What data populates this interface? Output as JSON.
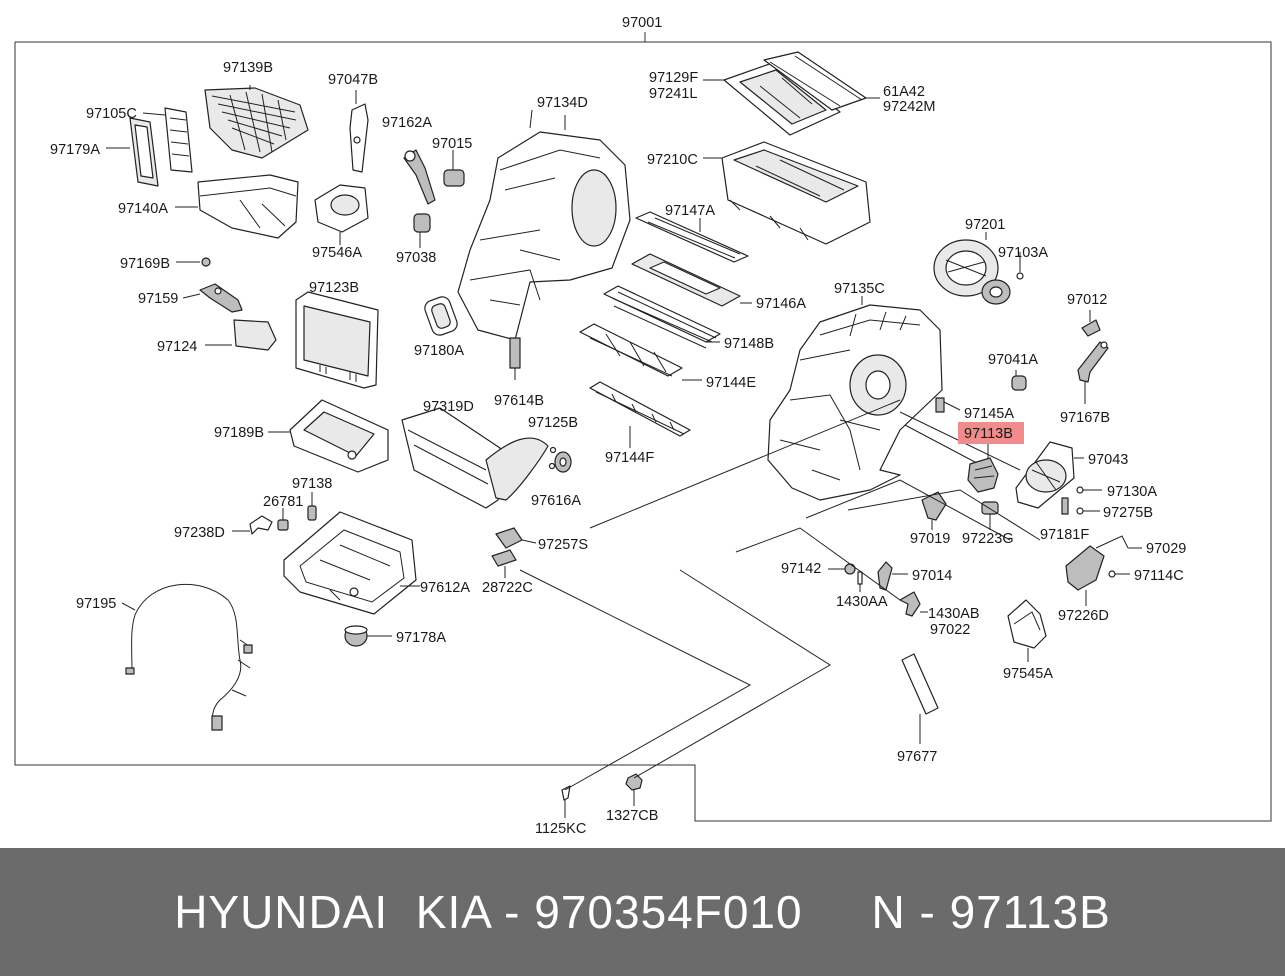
{
  "diagram": {
    "top_label": "97001",
    "highlighted": "97113B",
    "labels": {
      "l97139B": "97139B",
      "l97047B": "97047B",
      "l97105C": "97105C",
      "l97179A": "97179A",
      "l97162A": "97162A",
      "l97015": "97015",
      "l97134D": "97134D",
      "l97140A": "97140A",
      "l97546A": "97546A",
      "l97038": "97038",
      "l97169B": "97169B",
      "l97159": "97159",
      "l97124": "97124",
      "l97123B": "97123B",
      "l97180A": "97180A",
      "l97614B": "97614B",
      "l97129F": "97129F",
      "l97241L": "97241L",
      "l61A42": "61A42",
      "l97242M": "97242M",
      "l97210C": "97210C",
      "l97147A": "97147A",
      "l97146A": "97146A",
      "l97148B": "97148B",
      "l97144E": "97144E",
      "l97144F": "97144F",
      "l97201": "97201",
      "l97103A": "97103A",
      "l97135C": "97135C",
      "l97012": "97012",
      "l97041A": "97041A",
      "l97167B": "97167B",
      "l97145A": "97145A",
      "l97113B": "97113B",
      "l97043": "97043",
      "l97130A": "97130A",
      "l97181F": "97181F",
      "l97275B": "97275B",
      "l97189B": "97189B",
      "l97319D": "97319D",
      "l97125B": "97125B",
      "l97616A": "97616A",
      "l97138": "97138",
      "l26781": "26781",
      "l97238D": "97238D",
      "l97257S": "97257S",
      "l28722C": "28722C",
      "l97612A": "97612A",
      "l97019": "97019",
      "l97223G": "97223G",
      "l97029": "97029",
      "l97114C": "97114C",
      "l97226D": "97226D",
      "l97142": "97142",
      "l97014": "97014",
      "l1430AA": "1430AA",
      "l1430AB": "1430AB",
      "l97022": "97022",
      "l97545A": "97545A",
      "l97195": "97195",
      "l97178A": "97178A",
      "l97677": "97677",
      "l1125KC": "1125KC",
      "l1327CB": "1327CB"
    }
  },
  "footer": {
    "text": "HYUNDAI  KIA - 970354F010     N - 97113B"
  }
}
